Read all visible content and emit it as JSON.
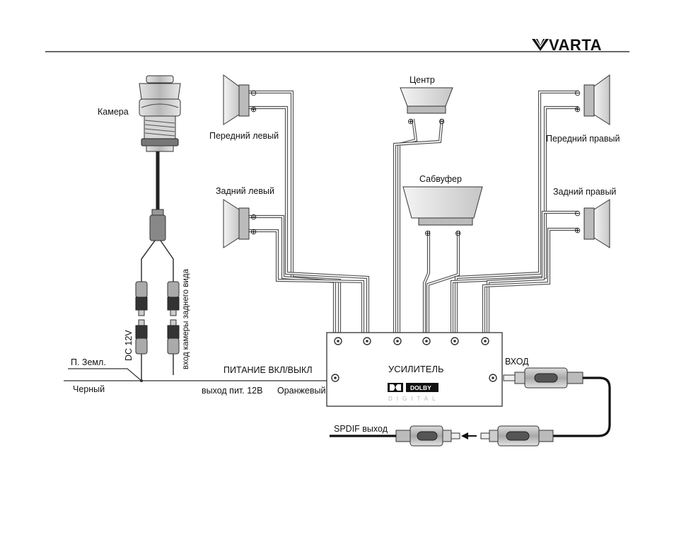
{
  "brand": {
    "logo_text": "VARTA"
  },
  "camera": {
    "label": "Камера"
  },
  "camera_cable": {
    "dc_label": "DC 12V",
    "video_label": "вход камеры заднего вида"
  },
  "ground": {
    "label": "П. Земл.",
    "black_label": "Черный"
  },
  "speakers": {
    "front_left": "Передний левый",
    "rear_left": "Задний левый",
    "center": "Центр",
    "subwoofer": "Сабвуфер",
    "front_right": "Передний правый",
    "rear_right": "Задний правый",
    "plus_symbol": "⊕",
    "minus_symbol": "⊖"
  },
  "amplifier": {
    "title": "УСИЛИТЕЛЬ",
    "dolby": "DOLBY",
    "digital": "DIGITAL"
  },
  "power": {
    "switch_label": "ПИТАНИЕ ВКЛ/ВЫКЛ",
    "output_label": "выход пит. 12В",
    "orange_label": "Оранжевый"
  },
  "io": {
    "input_label": "ВХОД",
    "spdif_label": "SPDIF выход"
  },
  "colors": {
    "wire": "#555555",
    "line": "#111111",
    "connector": "#8a8a8a"
  }
}
